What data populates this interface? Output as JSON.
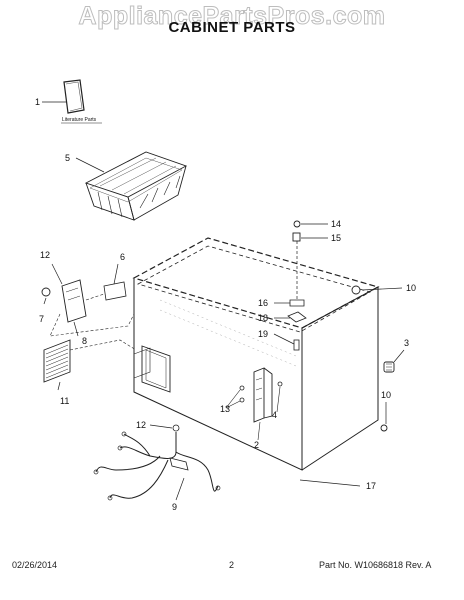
{
  "watermark": "AppliancePartsPros.com",
  "title": "CABINET PARTS",
  "literature_caption": "Literature Parts",
  "callouts": {
    "c1": "1",
    "c5": "5",
    "c12a": "12",
    "c6": "6",
    "c7": "7",
    "c8": "8",
    "c11": "11",
    "c14": "14",
    "c15": "15",
    "c10a": "10",
    "c16": "16",
    "c18": "18",
    "c19": "19",
    "c3": "3",
    "c10b": "10",
    "c13": "13",
    "c4": "4",
    "c2": "2",
    "c12b": "12",
    "c9": "9",
    "c17": "17"
  },
  "footer": {
    "date": "02/26/2014",
    "page": "2",
    "part_no": "Part No. W10686818  Rev. A"
  }
}
